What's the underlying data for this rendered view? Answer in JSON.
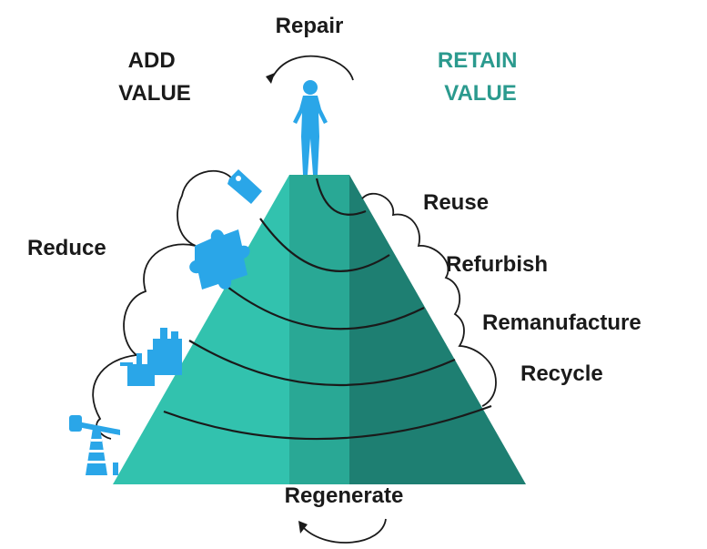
{
  "labels": {
    "repair": "Repair",
    "add_value": [
      "ADD",
      "VALUE"
    ],
    "retain_value": [
      "RETAIN",
      "VALUE"
    ],
    "reduce": "Reduce",
    "reuse": "Reuse",
    "refurbish": "Refurbish",
    "remanufacture": "Remanufacture",
    "recycle": "Recycle",
    "regenerate": "Regenerate"
  },
  "colors": {
    "text": "#1a1a1a",
    "retain_value_text": "#2b9a8e",
    "pyramid_left": "#32c2ae",
    "pyramid_mid": "#29a895",
    "pyramid_right": "#1e7f72",
    "icon_blue": "#2aa6e8",
    "line": "#1a1a1a"
  },
  "icons": [
    "person-icon",
    "price-tag-icon",
    "puzzle-piece-icon",
    "factory-icon",
    "oil-derrick-icon"
  ]
}
